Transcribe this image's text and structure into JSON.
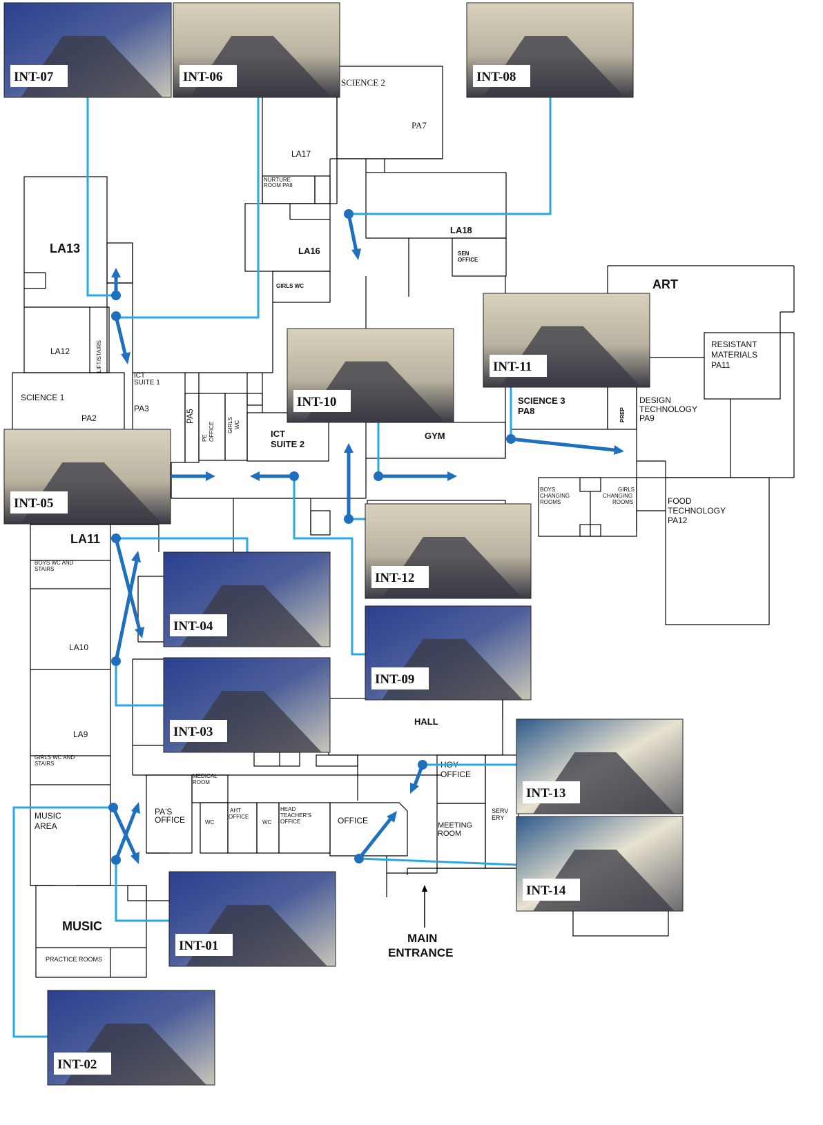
{
  "colors": {
    "wall": "#000000",
    "link_line": "#29a7e1",
    "arrow": "#1f6fbf",
    "camera_label_bg": "#ffffff",
    "carpet": "#3a3a44",
    "locker_blue": "#2b3f8f",
    "wall_cream": "#ece4c9"
  },
  "rooms": {
    "science2": "SCIENCE 2",
    "pa7": "PA7",
    "la17": "LA17",
    "nurture": "NURTURE ROOM PA8",
    "la18": "LA18",
    "la13": "LA13",
    "la16": "LA16",
    "sen_office": "SEN OFFICE",
    "girls_wc": "GIRLS WC",
    "art": "ART",
    "resistant": "RESISTANT MATERIALS PA11",
    "la12": "LA12",
    "lift_stairs": "LIFT/STAIRS",
    "ict_suite1": "ICT SUITE 1",
    "science1": "SCIENCE 1",
    "pa2": "PA2",
    "pa3": "PA3",
    "pa5": "PA5",
    "pe_office": "PE OFFICE",
    "girls_wc2": "GIRLS WC",
    "ict_suite2": "ICT SUITE 2",
    "gym": "GYM",
    "science3": "SCIENCE 3 PA8",
    "prep": "PREP",
    "design_tech": "DESIGN TECHNOLOGY PA9",
    "boys_changing": "BOYS CHANGING ROOMS",
    "girls_changing": "GIRLS CHANGING ROOMS",
    "food_tech": "FOOD TECHNOLOGY PA12",
    "la11": "LA11",
    "boys_wc_stairs": "BOYS WC AND STAIRS",
    "la10": "LA10",
    "la9": "LA9",
    "girls_wc_stairs": "GIRLS WC AND STAIRS",
    "hall": "HALL",
    "medical_room": "MEDICAL ROOM",
    "hoy_office": "HOY OFFICE",
    "music_area": "MUSIC AREA",
    "pas_office": "PA'S OFFICE",
    "wc1": "WC",
    "aht_office": "AHT OFFICE",
    "wc2": "WC",
    "head_office": "HEAD TEACHER'S OFFICE",
    "office": "OFFICE",
    "meeting_room": "MEETING ROOM",
    "servery": "SERV ERY",
    "music": "MUSIC",
    "practice_rooms": "PRACTICE ROOMS",
    "main_entrance_line1": "MAIN",
    "main_entrance_line2": "ENTRANCE"
  },
  "cameras": [
    {
      "id": "INT-07",
      "view": "locker-room"
    },
    {
      "id": "INT-06",
      "view": "corridor-window"
    },
    {
      "id": "INT-08",
      "view": "corridor-bags"
    },
    {
      "id": "INT-11",
      "view": "corridor"
    },
    {
      "id": "INT-10",
      "view": "corridor-doors"
    },
    {
      "id": "INT-05",
      "view": "corridor"
    },
    {
      "id": "INT-12",
      "view": "corridor-posters"
    },
    {
      "id": "INT-04",
      "view": "locker-room"
    },
    {
      "id": "INT-09",
      "view": "corridor-lockers"
    },
    {
      "id": "INT-03",
      "view": "locker-room"
    },
    {
      "id": "INT-13",
      "view": "reception"
    },
    {
      "id": "INT-14",
      "view": "office"
    },
    {
      "id": "INT-01",
      "view": "locker-room"
    },
    {
      "id": "INT-02",
      "view": "locker-room"
    }
  ]
}
